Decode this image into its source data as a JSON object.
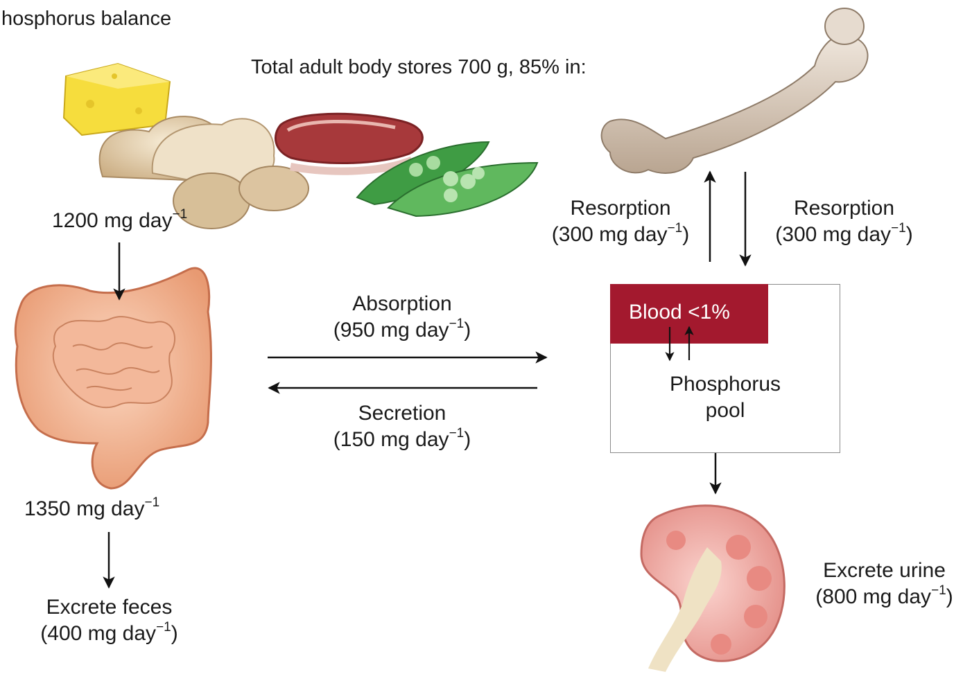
{
  "title": "hosphorus balance",
  "stores_caption": "Total adult body stores 700 g, 85% in:",
  "unit_base": "mg day",
  "unit_exponent": "−1",
  "intake": {
    "value": "1200"
  },
  "fecal_content": {
    "value": "1350"
  },
  "feces": {
    "label": "Excrete feces",
    "value": "400"
  },
  "absorption": {
    "label": "Absorption",
    "value": "950"
  },
  "secretion": {
    "label": "Secretion",
    "value": "150"
  },
  "resorption_left": {
    "label": "Resorption",
    "value": "300"
  },
  "resorption_right": {
    "label": "Resorption",
    "value": "300"
  },
  "blood": {
    "label": "Blood <1%"
  },
  "pool": {
    "line1": "Phosphorus",
    "line2": "pool"
  },
  "urine": {
    "label": "Excrete urine",
    "value": "800"
  },
  "colors": {
    "blood": "#a3192e",
    "intestine": "#e89a72",
    "bone": "#d8cabd",
    "kidney": "#f1a7a0"
  }
}
